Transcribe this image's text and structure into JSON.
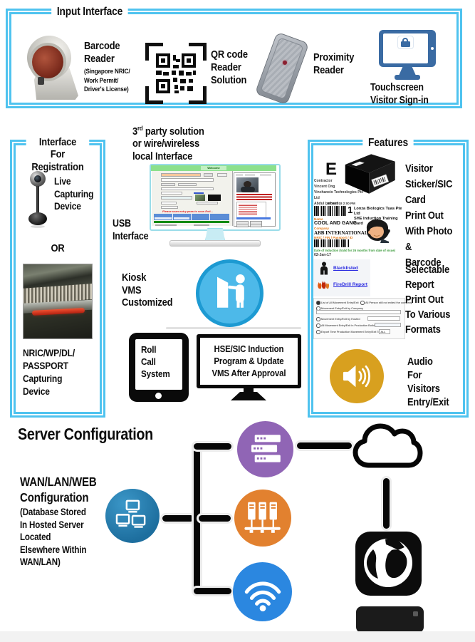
{
  "colors": {
    "frame_cyan": "#4fc3ef",
    "kiosk_blue": "#4db9e9",
    "audio_gold": "#d8a01f",
    "network_blue": "#2373a5",
    "server_purple": "#9065b5",
    "rack_orange": "#e2812f",
    "wifi_blue": "#2b87e0",
    "touchscreen_blue": "#3a6ba3"
  },
  "icons": {
    "barcode_scanner": "orbital-barcode-scanner",
    "qr_code": "qr-code-in-viewfinder",
    "proximity_reader": "rfid-card-reader",
    "touchscreen": "monitor-with-lock",
    "webcam": "usb-webcam",
    "passport_scanner": "document-scanner-photo",
    "kiosk": "person-at-kiosk",
    "tablet": "tablet",
    "monitor": "desktop-monitor",
    "printer": "label-printer",
    "blacklist_person": "person-silhouette",
    "firedrill": "flame",
    "audio": "speaker-with-waves",
    "network": "three-computers",
    "server_stack": "stacked-servers",
    "server_rack": "rack-servers",
    "wifi": "wifi-waves",
    "cloud": "cloud-outline",
    "globe": "globe-terminal",
    "keyboard": "keyboard-bar"
  },
  "input_interface": {
    "title": "Input Interface",
    "barcode_label": "Barcode\nReader",
    "barcode_sub": "(Singapore NRIC/\nWork Permit/\nDriver's License)",
    "qr_label": "QR code\nReader\nSolution",
    "proximity_label": "Proximity\nReader",
    "touchscreen_label": "Touchscreen\nVisitor Sign-in"
  },
  "registration": {
    "title": "Interface For\nRegistration",
    "live_label": "Live\nCapturing\nDevice",
    "or_label": "OR",
    "passport_label": "NRIC/WP/DL/\nPASSPORT\nCapturing\nDevice"
  },
  "middle": {
    "third_party_num": "3",
    "third_party_sup": "rd",
    "third_party_line1": " party solution",
    "third_party_line2": "or wire/wireless\nlocal Interface",
    "usb_label": "USB\nInterface",
    "kiosk_label": "Kiosk\nVMS\nCustomized",
    "rollcall_label": "Roll\nCall\nSystem",
    "hse_label": "HSE/SIC Induction\nProgram & Update\nVMS After Approval"
  },
  "vms_screen": {
    "titlebar": "Welcome",
    "warning": "Please scan entry pass to scan Exit..."
  },
  "features": {
    "title": "Features",
    "printer_letter": "E",
    "printout_lines": [
      "Contractor",
      "Vincent Ong",
      "Vinchancio Technologies Pte Ltd",
      "Abdul Latheef"
    ],
    "timestamp": "26/09/2018  2:00 PM",
    "card": {
      "number": "1",
      "issuer_line1": "Lonza Biologics Tuas Pte Ltd",
      "issuer_line2": "SHE Induction Training Card",
      "name_label": "Name",
      "name": "COOL AND GANG",
      "company_label": "Company",
      "company": "ABB INTERNATIONAL",
      "id_label": "NRIC / FIN / Passport / ID",
      "validity": "Date of Induction (Valid for 26 months from date of issue)",
      "date": "02-Jan-17"
    },
    "links": {
      "blacklisted": "Blacklisted",
      "firedrill": "FireDrill Report"
    },
    "report_options": [
      "List of All Movement Entry/Exit",
      "All Person still not exited the company",
      "Movement Entry/Exit by Company",
      "Movement Entry/Exit by Hosted",
      "All Movement Entry/Exit in Production Building",
      "Export Time Production Movement Entry/Exit To Excel"
    ],
    "report_dropdown_value": "ALL",
    "sticker_text": "Visitor\nSticker/SIC\nCard\nPrint Out\nWith Photo &\nBarcode",
    "report_text": "Selectable\nReport\nPrint Out\nTo Various\nFormats",
    "audio_text": "Audio\nFor\nVisitors\nEntry/Exit"
  },
  "server": {
    "heading": "Server Configuration",
    "wan_line1": "WAN/LAN/WEB\nConfiguration",
    "wan_sub": "(Database Stored\nIn Hosted Server\nLocated\nElsewhere Within\nWAN/LAN)"
  }
}
